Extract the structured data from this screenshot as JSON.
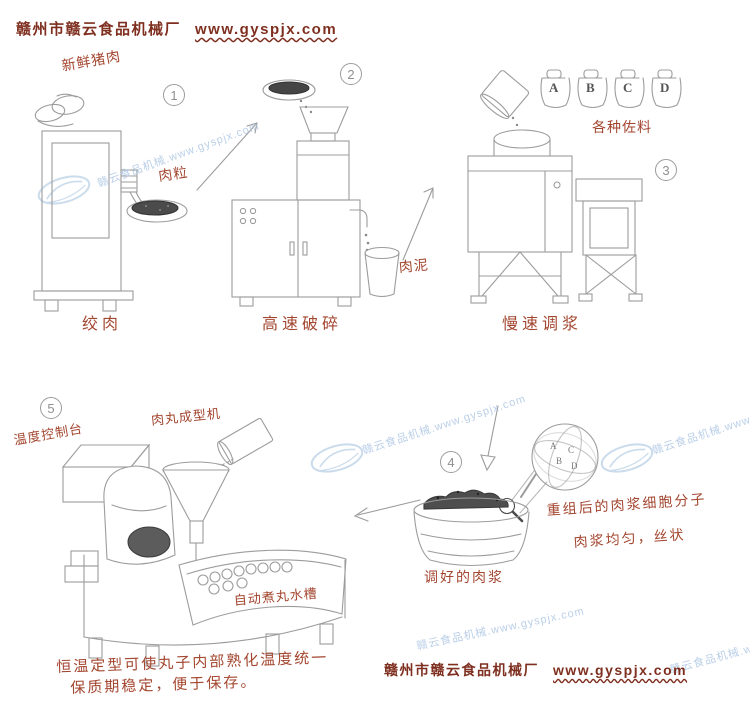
{
  "colors": {
    "label": "#a3462f",
    "header": "#7e2f1f",
    "watermark": "#a9c3e2",
    "sketch": "#9c9c9c"
  },
  "header": {
    "company": "赣州市赣云食品机械厂",
    "url": "www.gyspjx.com"
  },
  "watermark": {
    "text": "赣云食品机械.www.gyspjx.com"
  },
  "step1": {
    "num": "1",
    "title": "绞肉",
    "fresh_pork": "新鲜猪肉",
    "meat_grain": "肉粒"
  },
  "step2": {
    "num": "2",
    "title": "高速破碎",
    "meat_paste": "肉泥"
  },
  "step3": {
    "num": "3",
    "title": "慢速调浆",
    "seasoning": "各种佐料",
    "jars": [
      "A",
      "B",
      "C",
      "D"
    ]
  },
  "step4": {
    "num": "4",
    "caption": "调好的肉浆",
    "note1": "重组后的肉浆细胞分子",
    "note2": "肉浆均匀，丝状",
    "cells": [
      "A",
      "B",
      "C",
      "D"
    ]
  },
  "step5": {
    "num": "5",
    "machine": "肉丸成型机",
    "console": "温度控制台",
    "tank": "自动煮丸水槽"
  },
  "footer": {
    "note_line1": "恒温定型可使丸子内部熟化温度统一",
    "note_line2": "保质期稳定，便于保存。",
    "company": "赣州市赣云食品机械厂",
    "url": "www.gyspjx.com"
  }
}
